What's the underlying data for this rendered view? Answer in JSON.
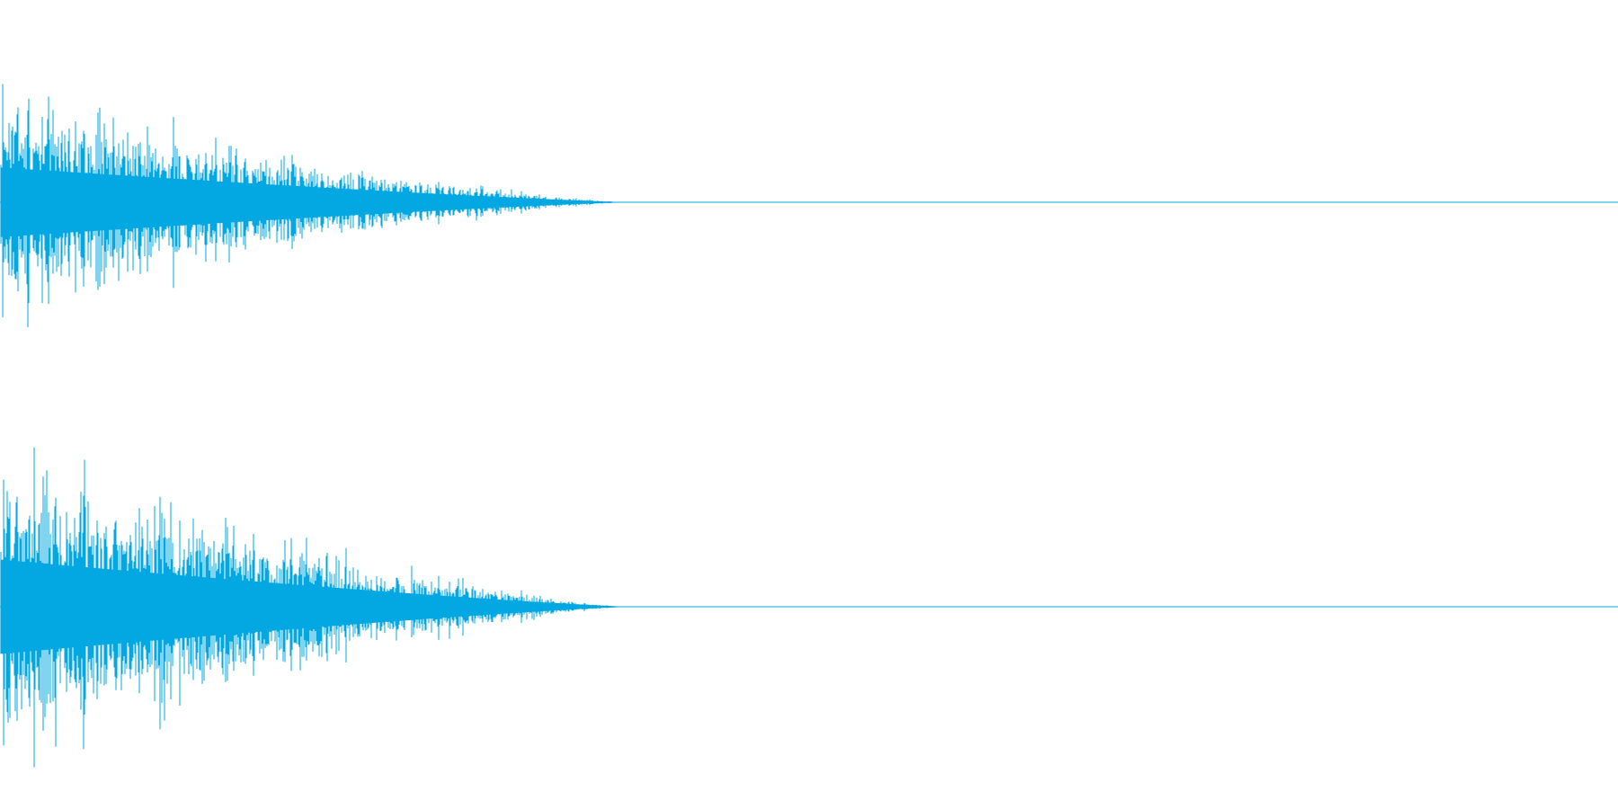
{
  "waveform": {
    "color": "#03a8e2",
    "background": "#ffffff",
    "channels": [
      {
        "id": "left",
        "decay_end_fraction": 0.39
      },
      {
        "id": "right",
        "decay_end_fraction": 0.39
      }
    ]
  }
}
